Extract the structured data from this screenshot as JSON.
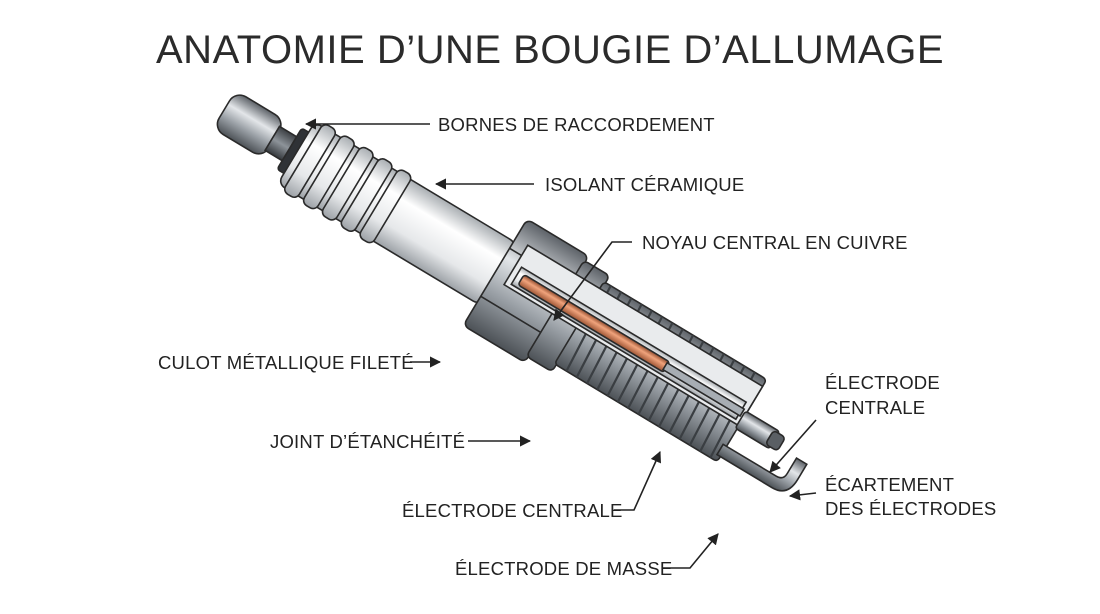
{
  "title": "ANATOMIE D’UNE BOUGIE D’ALLUMAGE",
  "labels": {
    "bornes": "BORNES DE RACCORDEMENT",
    "isolant": "ISOLANT CÉRAMIQUE",
    "noyau": "NOYAU CENTRAL EN CUIVRE",
    "culot": "CULOT MÉTALLIQUE FILETÉ",
    "joint": "JOINT D’ÉTANCHÉITÉ",
    "electrode_centrale_right_l1": "ÉLECTRODE",
    "electrode_centrale_right_l2": "CENTRALE",
    "ecartement_l1": "ÉCARTEMENT",
    "ecartement_l2": "DES ÉLECTRODES",
    "electrode_centrale_bottom": "ÉLECTRODE CENTRALE",
    "electrode_masse": "ÉLECTRODE DE MASSE"
  },
  "colors": {
    "metal_dark": "#6f757b",
    "metal_light": "#d7dadd",
    "ceramic": "#eef0f1",
    "copper": "#c8734c",
    "outline": "#2a2a2a"
  }
}
